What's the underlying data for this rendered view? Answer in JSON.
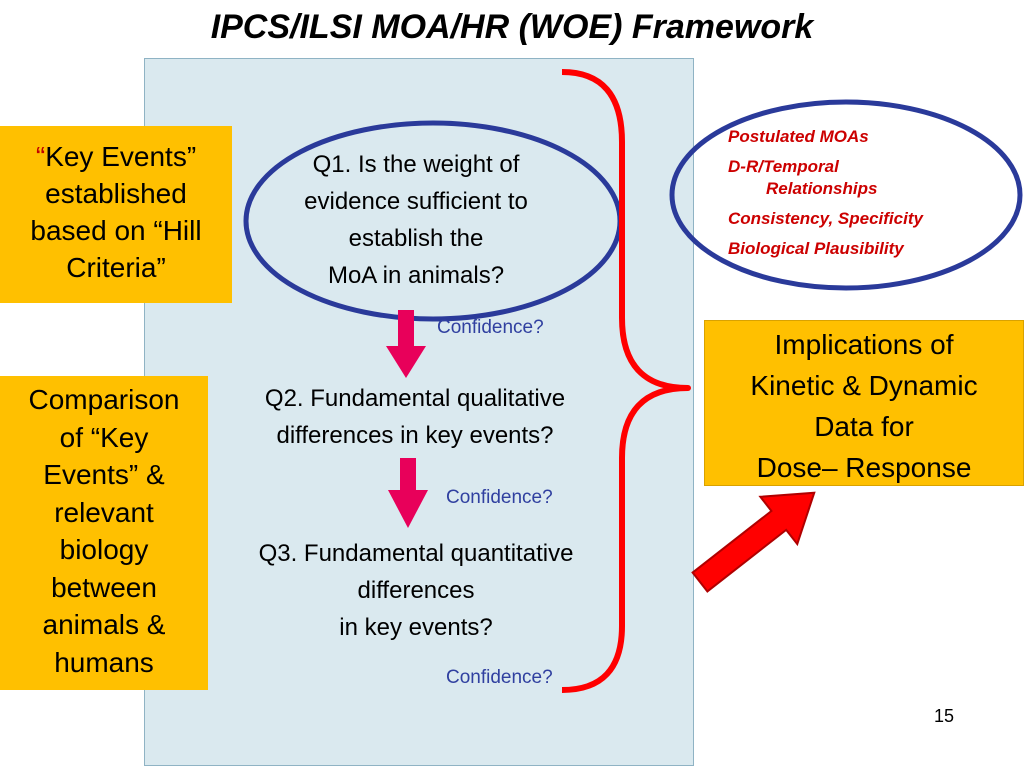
{
  "title": "IPCS/ILSI MOA/HR (WOE) Framework",
  "left_boxes": {
    "key_events": {
      "open_quote": "“",
      "lines": [
        "Key Events”",
        "established",
        "based on “Hill",
        "Criteria”"
      ]
    },
    "comparison": {
      "lines": [
        "Comparison",
        "of “Key",
        "Events” &",
        "relevant",
        "biology",
        "between",
        "animals &",
        "humans"
      ]
    }
  },
  "questions": {
    "q1": [
      "Q1. Is the weight of",
      "evidence sufficient to",
      "establish the",
      "MoA in animals?"
    ],
    "q2": [
      "Q2. Fundamental qualitative",
      "differences in key events?"
    ],
    "q3": [
      "Q3. Fundamental quantitative",
      "differences",
      "in key events?"
    ]
  },
  "confidence": {
    "c1": "Confidence?",
    "c2": "Confidence?",
    "c3": "Confidence?"
  },
  "criteria": {
    "line1": "Postulated MOAs",
    "line2a": "D-R/Temporal",
    "line2b": "Relationships",
    "line3": "Consistency, Specificity",
    "line4": "Biological  Plausibility"
  },
  "implications": {
    "lines": [
      "Implications of",
      "Kinetic & Dynamic",
      "Data for",
      "Dose– Response"
    ]
  },
  "page_number": "15",
  "colors": {
    "accent_box": "#ffc000",
    "panel": "#dae9ef",
    "brace": "#ff0000",
    "ellipse": "#2a3a9a",
    "down_arrow": "#e8005a",
    "criteria_text": "#cc0000",
    "confidence_text": "#3040a0"
  }
}
